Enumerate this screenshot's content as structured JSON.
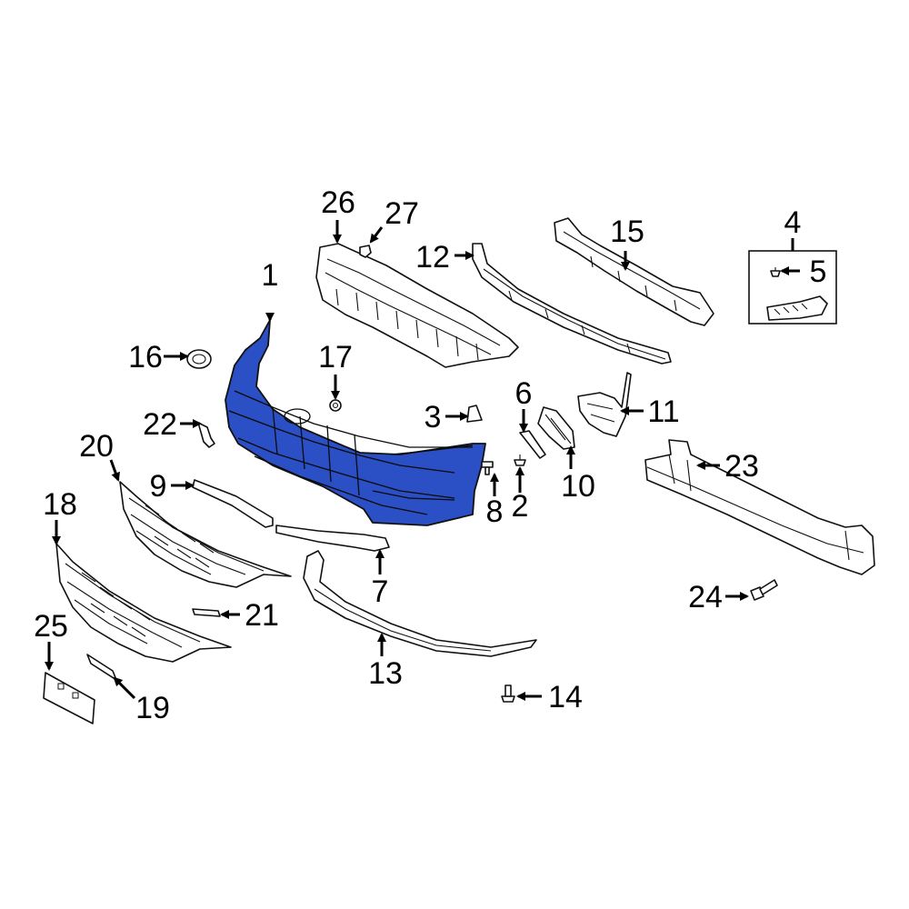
{
  "diagram": {
    "highlight_color": "#2b4fc4",
    "line_color": "#000000",
    "background": "#ffffff",
    "callouts": {
      "c1": "1",
      "c2": "2",
      "c3": "3",
      "c4": "4",
      "c5": "5",
      "c6": "6",
      "c7": "7",
      "c8": "8",
      "c9": "9",
      "c10": "10",
      "c11": "11",
      "c12": "12",
      "c13": "13",
      "c14": "14",
      "c15": "15",
      "c16": "16",
      "c17": "17",
      "c18": "18",
      "c19": "19",
      "c20": "20",
      "c21": "21",
      "c22": "22",
      "c23": "23",
      "c24": "24",
      "c25": "25",
      "c26": "26",
      "c27": "27"
    },
    "highlighted_part": "1"
  }
}
